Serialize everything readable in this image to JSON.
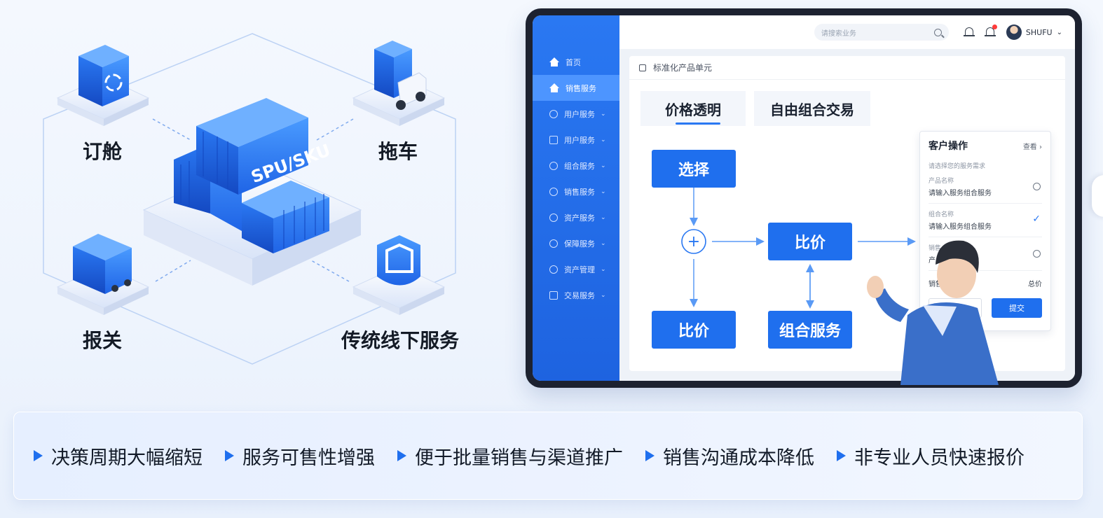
{
  "left_illustration": {
    "center_container_label": "SPU/SKU",
    "services": {
      "booking": "订舱",
      "truck": "拖车",
      "customs": "报关",
      "offline": "传统线下服务"
    }
  },
  "app": {
    "topbar": {
      "search_placeholder": "请搜索业务",
      "user_name": "SHUFU",
      "chevron": "⌄"
    },
    "sidebar": {
      "items": [
        {
          "label": "首页",
          "icon": "home-icon"
        },
        {
          "label": "销售服务",
          "icon": "home-icon"
        },
        {
          "label": "用户服务",
          "icon": "circle-icon"
        },
        {
          "label": "用户服务",
          "icon": "square-icon"
        },
        {
          "label": "组合服务",
          "icon": "circle-icon"
        },
        {
          "label": "销售服务",
          "icon": "circle-icon"
        },
        {
          "label": "资产服务",
          "icon": "circle-icon"
        },
        {
          "label": "保障服务",
          "icon": "circle-icon"
        },
        {
          "label": "资产管理",
          "icon": "circle-icon"
        },
        {
          "label": "交易服务",
          "icon": "square-icon"
        }
      ],
      "active_index": 1
    },
    "panel": {
      "title": "标准化产品单元",
      "tabs": [
        "价格透明",
        "自由组合交易"
      ],
      "active_tab": 0
    },
    "flow": {
      "select": "选择",
      "compare_center": "比价",
      "compare_bottom": "比价",
      "combo_service": "组合服务",
      "plus": "+"
    },
    "operation_card": {
      "title": "客户操作",
      "link": "查看 ›",
      "subtitle": "请选择您的服务需求",
      "fields": [
        {
          "label": "产品名称",
          "value": "请输入服务组合服务",
          "control": "radio"
        },
        {
          "label": "组合名称",
          "value": "请输入服务组合服务",
          "control": "check"
        },
        {
          "label": "销售",
          "value": "产品",
          "control": "radio"
        }
      ],
      "total_label": "销售",
      "total_value": "总价",
      "submit_label": "提交"
    }
  },
  "benefits": [
    "决策周期大幅缩短",
    "服务可售性增强",
    "便于批量销售与渠道推广",
    "销售沟通成本降低",
    "非专业人员快速报价"
  ],
  "colors": {
    "accent": "#1f6fee",
    "sidebar": "#2a78f2",
    "sidebar_active": "#4d95ff",
    "notification": "#ff3b3b"
  }
}
